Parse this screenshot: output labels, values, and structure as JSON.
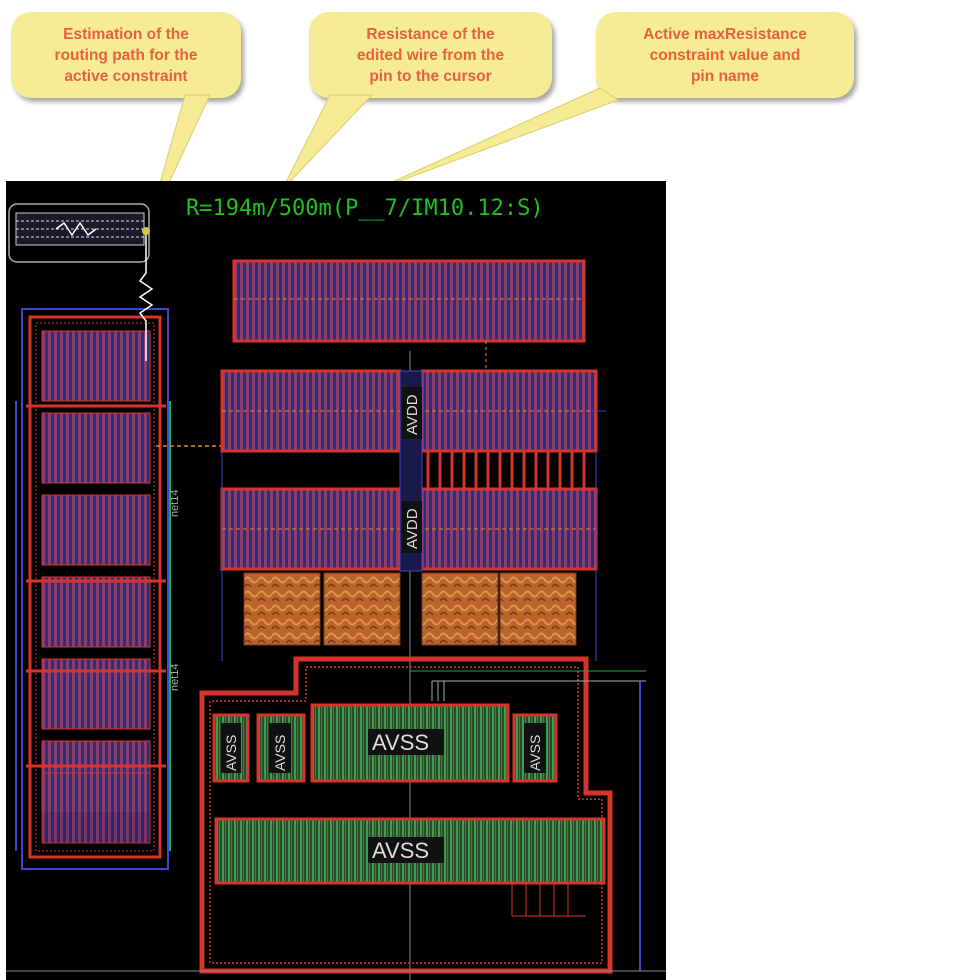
{
  "callouts": {
    "routing_estimation": "Estimation of the\nrouting path for the\nactive constraint",
    "wire_resistance": "Resistance of the\nedited wire from the\npin to the cursor",
    "constraint_value": "Active maxResistance\nconstraint value and\npin name"
  },
  "readout": "R=194m/500m(P__7/IM10.12:S)",
  "net_labels": [
    "AVDD",
    "AVDD",
    "AVSS",
    "AVSS",
    "AVSS",
    "AVSS",
    "AVSS"
  ],
  "vertical_net_labels": [
    "net14",
    "net14"
  ],
  "colors": {
    "canvas_bg": "#000000",
    "callout_bg": "#f6ec96",
    "callout_text": "#e8603c",
    "readout_text": "#20c020",
    "metal_red": "#d8342c",
    "metal_blue": "#3c48c8",
    "orange": "#e08828",
    "green": "#22aa44"
  }
}
